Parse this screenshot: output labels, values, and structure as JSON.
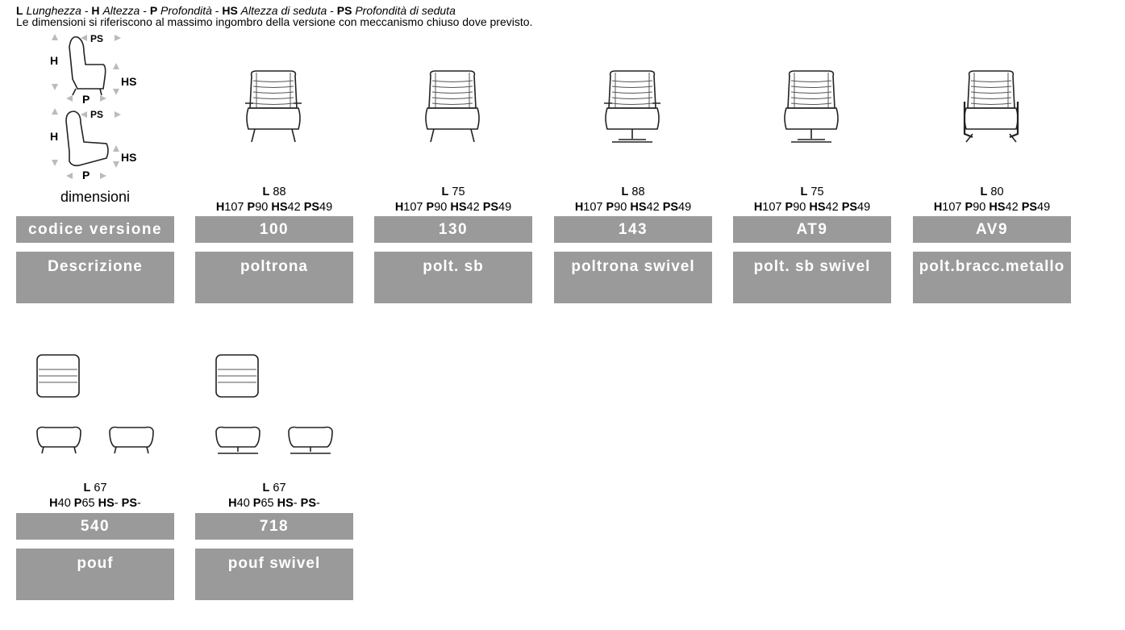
{
  "legend": {
    "L": "L",
    "L_text": "Lunghezza",
    "H": "H",
    "H_text": "Altezza",
    "P": "P",
    "P_text": "Profondità",
    "HS": "HS",
    "HS_text": "Altezza di seduta",
    "PS": "PS",
    "PS_text": "Profondità di seduta",
    "sep": " - "
  },
  "note": "Le dimensioni si riferiscono al massimo ingombro della versione con meccanismo chiuso dove previsto.",
  "header_col": {
    "dim_caption": "dimensioni",
    "code_label": "codice versione",
    "desc_label": "Descrizione",
    "diagram_labels": {
      "H": "H",
      "PS": "PS",
      "HS": "HS",
      "P": "P"
    }
  },
  "products": [
    {
      "icon": "armchair-icon",
      "L_key": "L",
      "L": "88",
      "H_key": "H",
      "H": "107",
      "P_key": "P",
      "P": "90",
      "HS_key": "HS",
      "HS": "42",
      "PS_key": "PS",
      "PS": "49",
      "code": "100",
      "desc": "poltrona"
    },
    {
      "icon": "armchair-no-arms-icon",
      "L_key": "L",
      "L": "75",
      "H_key": "H",
      "H": "107",
      "P_key": "P",
      "P": "90",
      "HS_key": "HS",
      "HS": "42",
      "PS_key": "PS",
      "PS": "49",
      "code": "130",
      "desc": "polt. sb"
    },
    {
      "icon": "armchair-swivel-icon",
      "L_key": "L",
      "L": "88",
      "H_key": "H",
      "H": "107",
      "P_key": "P",
      "P": "90",
      "HS_key": "HS",
      "HS": "42",
      "PS_key": "PS",
      "PS": "49",
      "code": "143",
      "desc": "poltrona swivel"
    },
    {
      "icon": "armchair-no-arms-swivel-icon",
      "L_key": "L",
      "L": "75",
      "H_key": "H",
      "H": "107",
      "P_key": "P",
      "P": "90",
      "HS_key": "HS",
      "HS": "42",
      "PS_key": "PS",
      "PS": "49",
      "code": "AT9",
      "desc": "polt. sb swivel"
    },
    {
      "icon": "armchair-metal-arms-icon",
      "L_key": "L",
      "L": "80",
      "H_key": "H",
      "H": "107",
      "P_key": "P",
      "P": "90",
      "HS_key": "HS",
      "HS": "42",
      "PS_key": "PS",
      "PS": "49",
      "code": "AV9",
      "desc": "polt.bracc.metallo"
    },
    {
      "icon": "pouf-icon",
      "L_key": "L",
      "L": "67",
      "H_key": "H",
      "H": "40",
      "P_key": "P",
      "P": "65",
      "HS_key": "HS",
      "HS": "-",
      "PS_key": "PS",
      "PS": "-",
      "code": "540",
      "desc": "pouf"
    },
    {
      "icon": "pouf-swivel-icon",
      "L_key": "L",
      "L": "67",
      "H_key": "H",
      "H": "40",
      "P_key": "P",
      "P": "65",
      "HS_key": "HS",
      "HS": "-",
      "PS_key": "PS",
      "PS": "-",
      "code": "718",
      "desc": "pouf swivel"
    }
  ],
  "colors": {
    "cell_bg": "#9a9a9a",
    "cell_text": "#ffffff",
    "arrow": "#bbbbbb"
  }
}
